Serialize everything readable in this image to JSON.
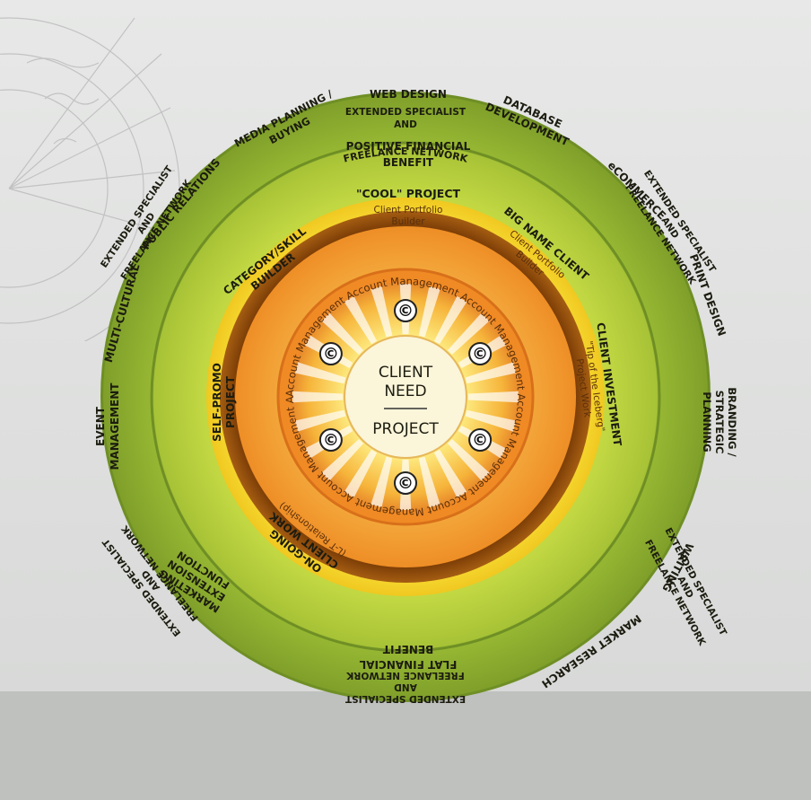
{
  "center": {
    "line1": "CLIENT",
    "line2": "NEED",
    "line3": "PROJECT"
  },
  "account_management_label": "Account Management",
  "copyright_symbol": "©",
  "outer_ring": {
    "top": [
      "EXTENDED SPECIALIST",
      "AND",
      "FREELANCE NETWORK"
    ],
    "left": [
      "EXTENDED SPECIALIST",
      "AND",
      "FREELANCE NETWORK"
    ],
    "right": [
      "EXTENDED SPECIALIST",
      "AND",
      "FREELANCE NETWORK"
    ],
    "bottom_left": [
      "EXTENDED SPECIALIST",
      "AND",
      "FREELANCE NETWORK"
    ],
    "bottom_right": [
      "EXTENDED SPECIALIST",
      "AND",
      "FREELANCE NETWORK"
    ],
    "bottom": [
      "EXTENDED SPECIALIST",
      "AND",
      "FREELANCE NETWORK"
    ]
  },
  "services_ring": {
    "web_design": "WEB DESIGN",
    "database": [
      "DATABASE",
      "DEVELOPMENT"
    ],
    "ecommerce": "eCOMMERCE",
    "print_design": "PRINT DESIGN",
    "branding": [
      "BRANDING /",
      "STRATEGIC",
      "PLANNING"
    ],
    "writing": "WRITING",
    "market_research": "MARKET RESEARCH",
    "marketing": [
      "MARKETING",
      "EXTENSION",
      "FUNCTION"
    ],
    "event": [
      "EVENT",
      "MANAGEMENT"
    ],
    "multicultural": "MULTI-CULTURAL",
    "public_relations": "PUBLIC RELATIONS",
    "media": [
      "MEDIA PLANNING /",
      "BUYING"
    ]
  },
  "financial_ring": {
    "positive": [
      "POSITIVE FINANCIAL",
      "BENEFIT"
    ],
    "flat": [
      "FLAT FINANCIAL",
      "BENEFIT"
    ]
  },
  "project_ring": {
    "cool": {
      "title": "\"COOL\" PROJECT",
      "sub": [
        "Client Portfolio",
        "Builder"
      ]
    },
    "big_name": {
      "title": "BIG NAME CLIENT",
      "sub": [
        "Client Portfolio",
        "Builder"
      ]
    },
    "investment": {
      "title": "CLIENT INVESTMENT",
      "sub": [
        "\"Tip of the Iceberg\"",
        "Project Work"
      ]
    },
    "ongoing": {
      "title": [
        "ON-GOING",
        "CLIENT WORK"
      ],
      "sub": "(L-T Relationship)"
    },
    "self_promo": [
      "SELF-PROMO",
      "PROJECT"
    ],
    "category": [
      "CATEGORY/SKILL",
      "BUILDER"
    ]
  },
  "colors": {
    "outer_green": "#8fb232",
    "services_green": "#b3cc3a",
    "gold": "#f6d52a",
    "brown": "#8a4a0a",
    "orange": "#f1962a",
    "center": "#fbf5da"
  }
}
